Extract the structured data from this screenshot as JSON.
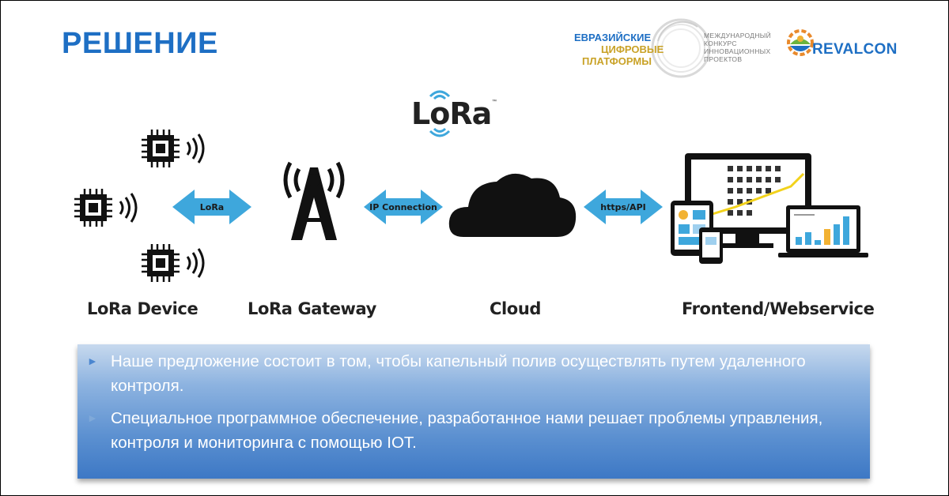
{
  "slide": {
    "title": "РЕШЕНИЕ"
  },
  "logos": {
    "eurasian": {
      "line1": "ЕВРАЗИЙСКИЕ",
      "line2": "ЦИФРОВЫЕ",
      "line3": "ПЛАТФОРМЫ",
      "subtitle_lines": [
        "МЕЖДУНАРОДНЫЙ",
        "КОНКУРС",
        "ИННОВАЦИОННЫХ",
        "ПРОЕКТОВ"
      ]
    },
    "revalcon": "REVALCON",
    "lora": "LoRa",
    "lora_tm": "™"
  },
  "diagram": {
    "nodes": {
      "device": "LoRa Device",
      "gateway": "LoRa Gateway",
      "cloud": "Cloud",
      "frontend": "Frontend/Webservice"
    },
    "arrows": {
      "a1": "LoRa",
      "a2": "IP Connection",
      "a3": "https/API"
    }
  },
  "panel": {
    "bullets": [
      "Наше предложение состоит в том, чтобы капельный полив осуществлять путем удаленного контроля.",
      "Специальное программное обеспечение, разработанное нами решает проблемы управления, контроля и мониторинга с помощью IOT."
    ],
    "bullet_marker": "►"
  },
  "colors": {
    "title": "#1e6fc4",
    "arrow": "#3ea7dc",
    "gold": "#c9a227",
    "panel_bottom": "#3d78c5"
  }
}
